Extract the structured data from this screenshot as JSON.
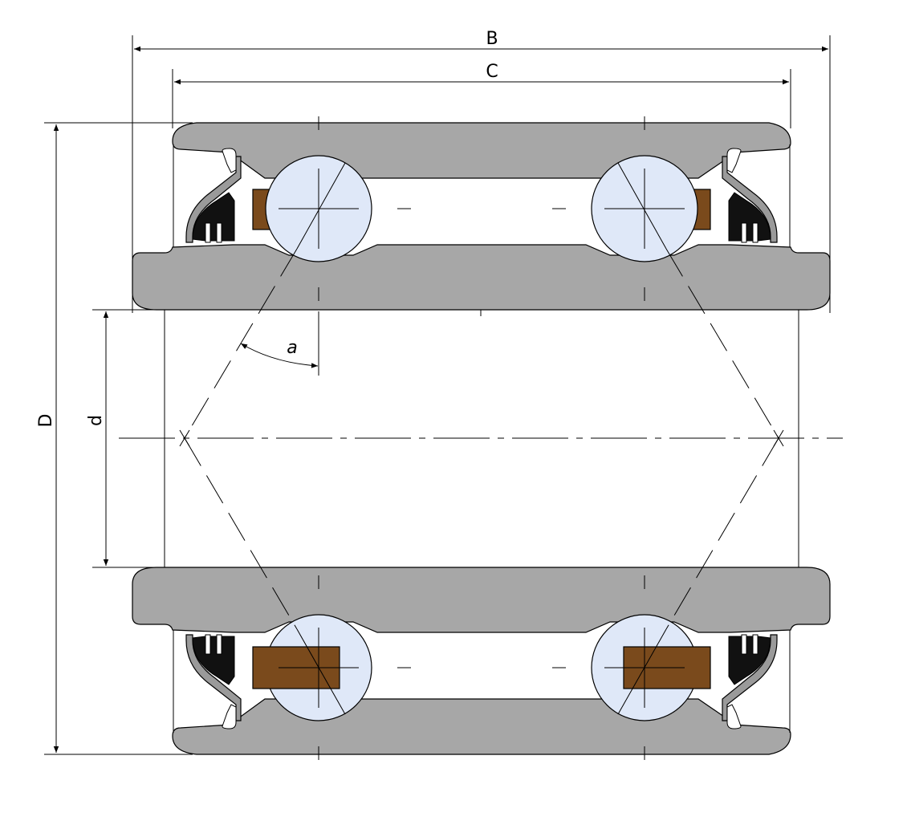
{
  "labels": {
    "B": "B",
    "C": "C",
    "D": "D",
    "d": "d",
    "a": "a"
  },
  "colors": {
    "ring": "#a7a7a7",
    "ball": "#dfe8f8",
    "cage": "#7a4a1c",
    "seal_rubber": "#111111",
    "line": "#000000"
  }
}
